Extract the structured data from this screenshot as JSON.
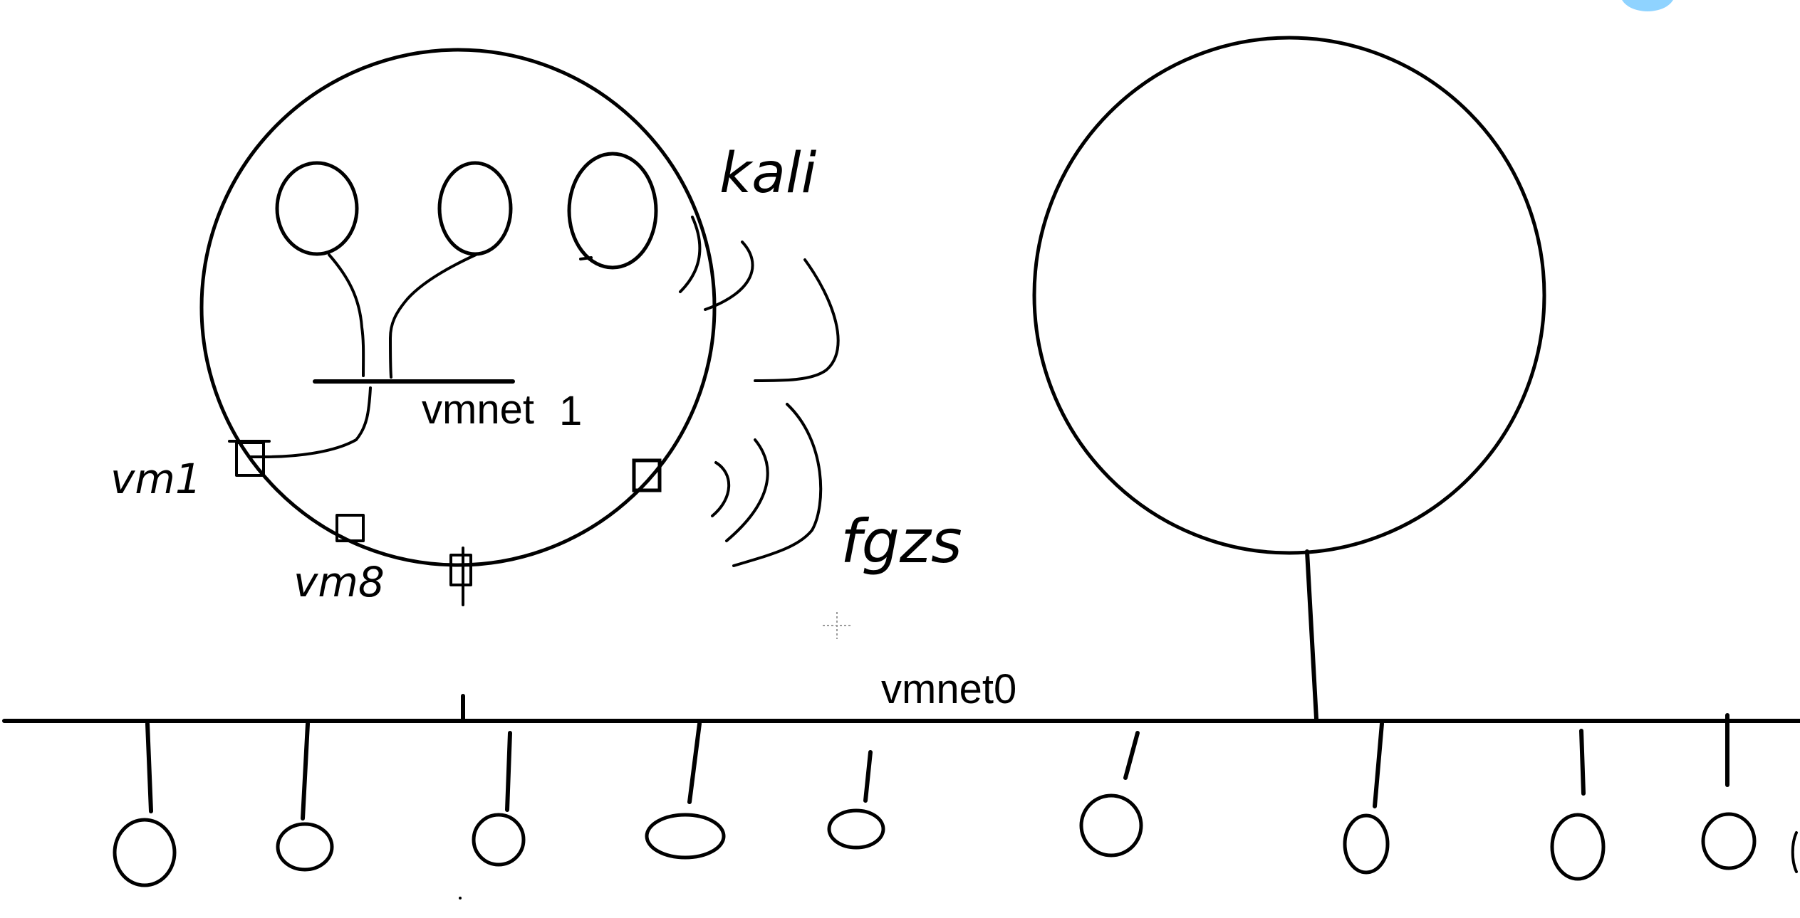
{
  "labels": {
    "inner_switch": "vmnet",
    "inner_switch_suffix": "1",
    "outer_switch": "vmnet0"
  },
  "handwriting": {
    "left_port_upper": "vm1",
    "left_port_lower": "vm8",
    "top_right": "kali",
    "right": "fgzs"
  },
  "colors": {
    "ink": "#000000",
    "background": "#ffffff",
    "corner_blob": "#8fd3ff"
  }
}
